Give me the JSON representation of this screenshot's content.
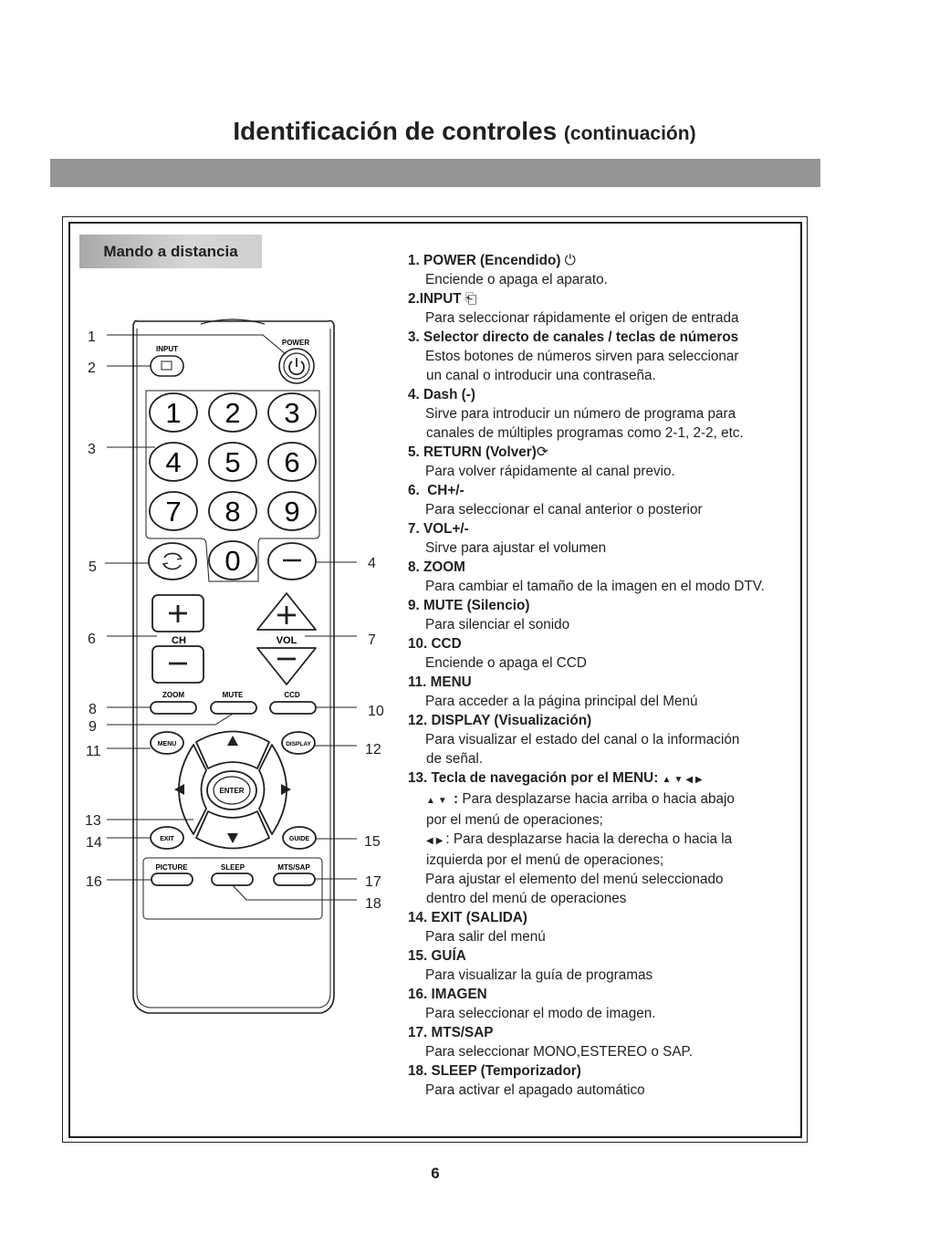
{
  "page": {
    "title": "Identificación de controles",
    "title_suffix": "(continuación)",
    "section_label": "Mando a distancia",
    "page_number": "6"
  },
  "remote": {
    "labels": {
      "input": "INPUT",
      "power": "POWER",
      "ch": "CH",
      "vol": "VOL",
      "zoom": "ZOOM",
      "mute": "MUTE",
      "ccd": "CCD",
      "menu": "MENU",
      "display": "DISPLAY",
      "enter": "ENTER",
      "exit": "EXIT",
      "guide": "GUIDE",
      "picture": "PICTURE",
      "sleep": "SLEEP",
      "mts_sap": "MTS/SAP"
    },
    "digits": [
      "1",
      "2",
      "3",
      "4",
      "5",
      "6",
      "7",
      "8",
      "9",
      "0"
    ],
    "callouts": [
      "1",
      "2",
      "3",
      "4",
      "5",
      "6",
      "7",
      "8",
      "9",
      "10",
      "11",
      "12",
      "13",
      "14",
      "15",
      "16",
      "17",
      "18"
    ]
  },
  "descriptions": [
    {
      "head": "1. POWER (Encendido)",
      "icon": "power-icon",
      "lines": [
        "Enciende o apaga el aparato."
      ]
    },
    {
      "head": "2.INPUT",
      "icon": "input-icon",
      "lines": [
        "Para seleccionar rápidamente el origen de entrada"
      ]
    },
    {
      "head": "3. Selector directo de canales / teclas de números",
      "lines": [
        "Estos botones de números sirven para seleccionar",
        "un canal o introducir una contraseña."
      ]
    },
    {
      "head": "4. Dash (-)",
      "lines": [
        "Sirve para introducir un número de programa para",
        "canales de múltiples programas como 2-1, 2-2, etc."
      ]
    },
    {
      "head": "5. RETURN (Volver)",
      "icon": "return-icon",
      "lines": [
        "Para volver rápidamente al canal previo."
      ]
    },
    {
      "head": "6.  CH+/-",
      "lines": [
        "Para seleccionar el canal anterior o posterior"
      ]
    },
    {
      "head": "7. VOL+/-",
      "lines": [
        "Sirve para ajustar el volumen"
      ]
    },
    {
      "head": "8. ZOOM",
      "lines": [
        "Para cambiar el tamaño de la imagen en el modo DTV."
      ]
    },
    {
      "head": "9. MUTE (Silencio)",
      "lines": [
        "Para silenciar el sonido"
      ]
    },
    {
      "head": "10. CCD",
      "lines": [
        "Enciende o apaga el CCD"
      ]
    },
    {
      "head": "11. MENU",
      "lines": [
        "Para acceder a la página principal del Menú"
      ]
    },
    {
      "head": "12. DISPLAY (Visualización)",
      "lines": [
        "Para visualizar el estado del canal o la información",
        "de señal."
      ]
    },
    {
      "head": "13. Tecla de navegación por el MENU:",
      "icon": "arrows-icon",
      "lines": []
    },
    {
      "head": "14. EXIT (SALIDA)",
      "lines": [
        "Para salir del menú"
      ]
    },
    {
      "head": "15. GUÍA",
      "lines": [
        "Para visualizar la guía de programas"
      ]
    },
    {
      "head": "16. IMAGEN",
      "lines": [
        "Para seleccionar el modo de imagen."
      ]
    },
    {
      "head": "17. MTS/SAP",
      "lines": [
        "Para seleccionar MONO,ESTEREO o SAP."
      ]
    },
    {
      "head": "18. SLEEP (Temporizador)",
      "lines": [
        "Para activar el apagado automático"
      ]
    }
  ],
  "nav_detail": {
    "updown_label": ":",
    "updown_text": "Para desplazarse hacia arriba o hacia abajo",
    "updown_text2": "por el menú de operaciones;",
    "leftright_text": ": Para desplazarse hacia la derecha o hacia la",
    "leftright_text2": "izquierda por el menú de operaciones;",
    "enter_text": "Para ajustar el elemento del menú seleccionado",
    "enter_text2": "dentro del menú de operaciones"
  }
}
